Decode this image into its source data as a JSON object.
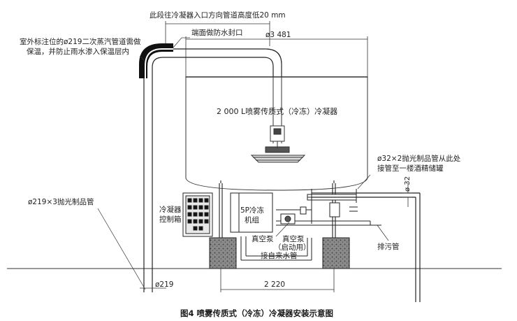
{
  "labels": {
    "top_note": "此段往冷凝器入口方向管道高度低20 mm",
    "end_seal": "端面做防水封口",
    "width_3481": "ø3 481",
    "outdoor_note_1": "室外标注位的ø219二次蒸汽管道需做",
    "outdoor_note_2": "保温，并防止雨水渗入保温层内",
    "tank_title": "2 000 L喷雾传质式（冷冻）冷凝器",
    "pipe_note_1": "ø32×2抛光制品管从此处",
    "pipe_note_2": "接管至一楼酒精储罐",
    "pipe_32": "ø 32",
    "pipe_219x3": "ø219×3抛光制品管",
    "controller_1": "冷凝器",
    "controller_2": "控制箱",
    "chiller_1": "5P冷冻",
    "chiller_2": "机组",
    "vacuum_pump": "真空泵",
    "vacuum_pump_start_1": "真空泵",
    "vacuum_pump_start_2": "（启动用）",
    "tap_water": "接自来水管",
    "drain": "排污管",
    "pipe_219": "ø219",
    "dim_2220": "2 220"
  },
  "caption": "图4  喷雾传质式（冷冻）冷凝器安装示意图"
}
